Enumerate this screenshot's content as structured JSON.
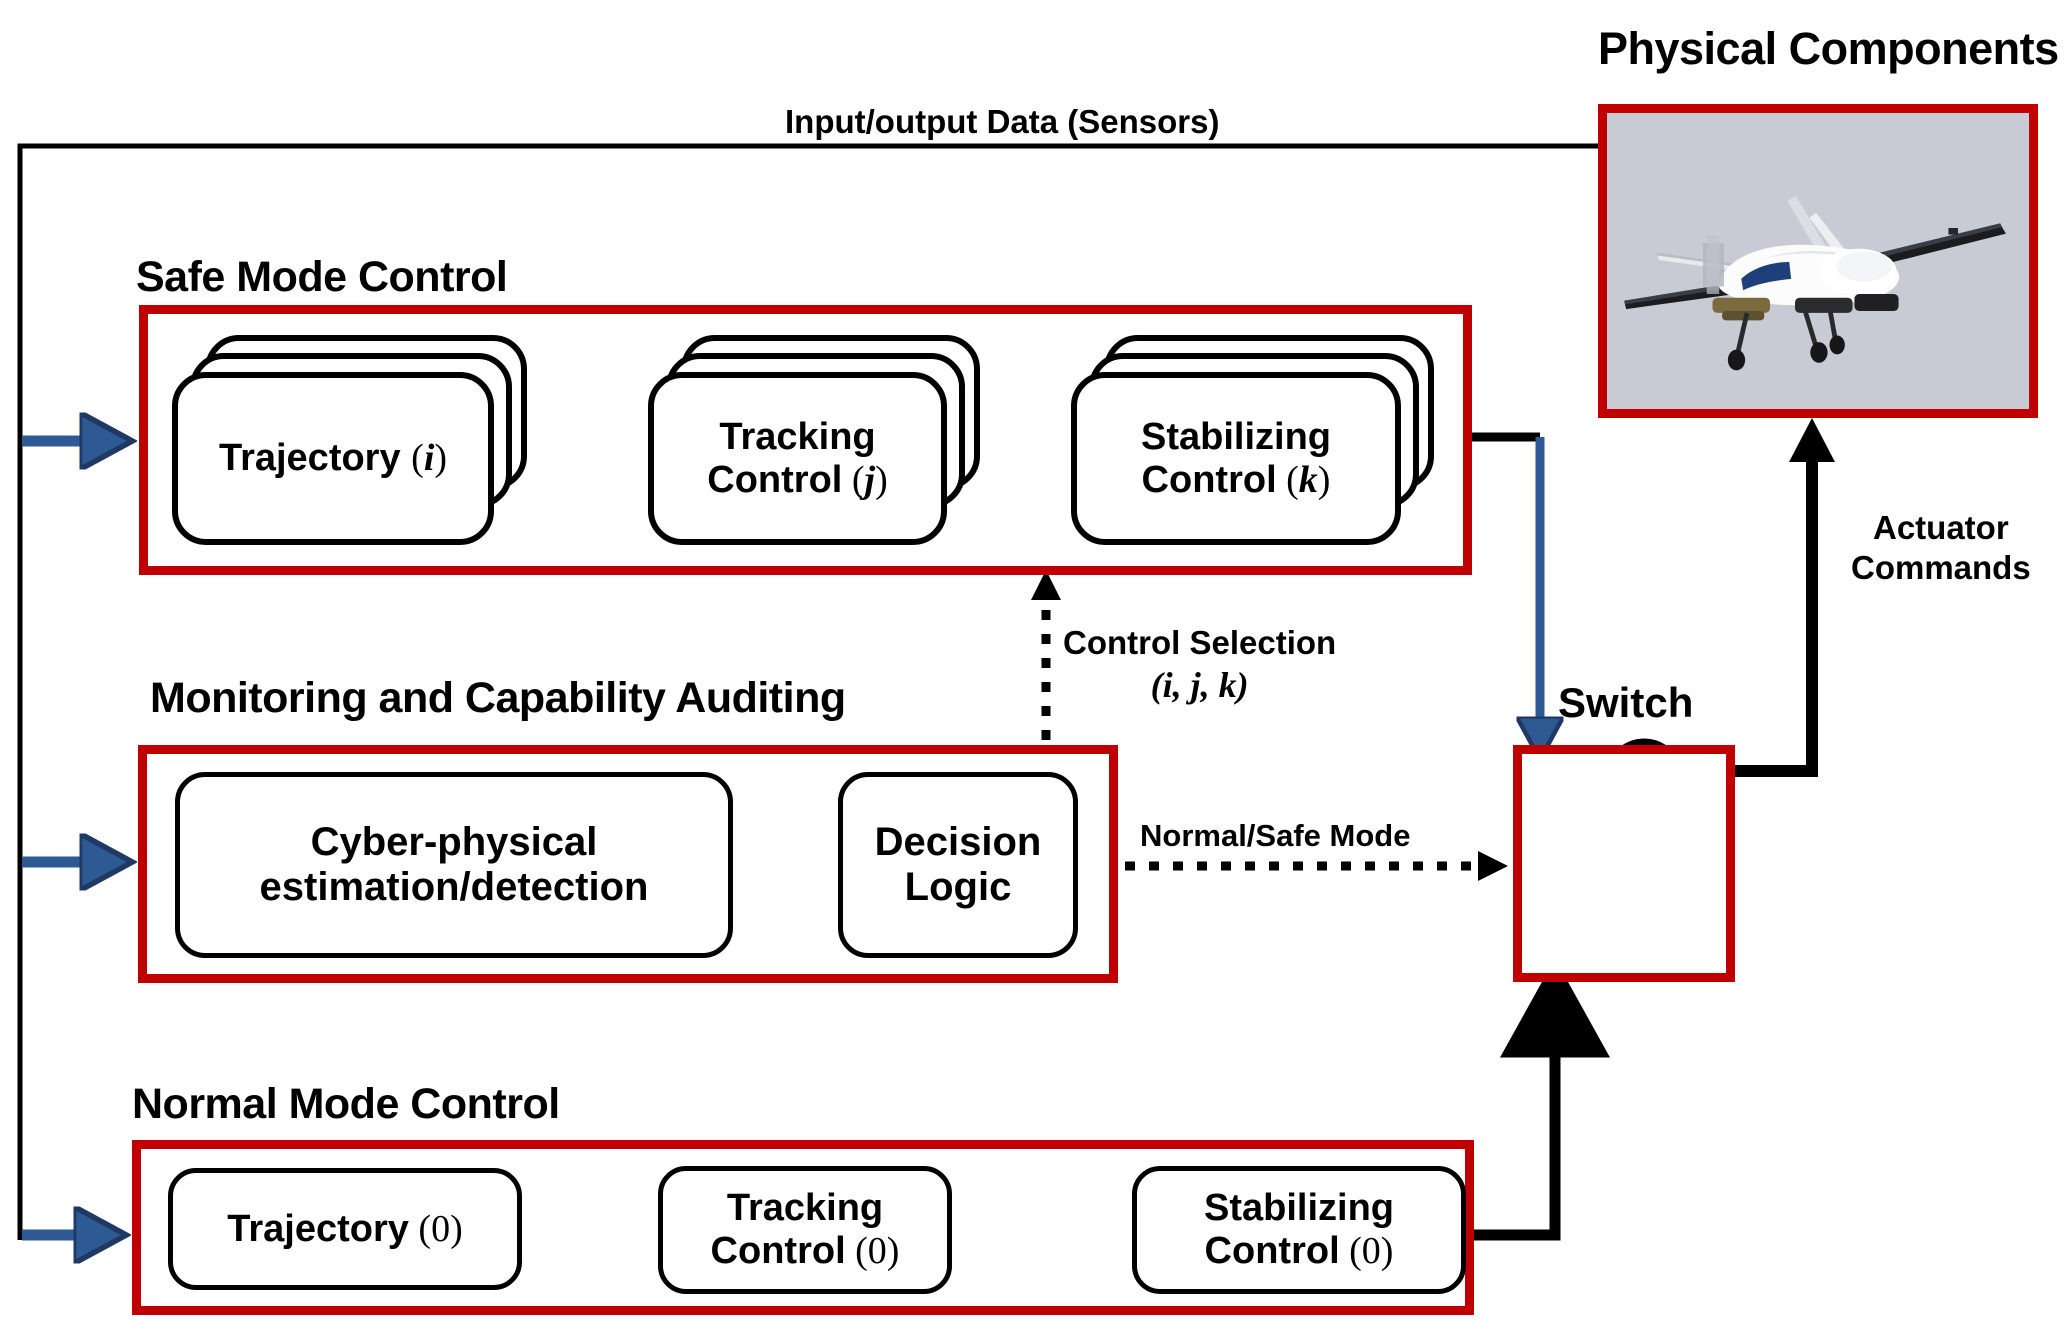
{
  "diagram": {
    "title_physical": "Physical Components",
    "sections": [
      {
        "id": "safe",
        "title": "Safe Mode Control"
      },
      {
        "id": "monitor",
        "title": "Monitoring and Capability Auditing"
      },
      {
        "id": "normal",
        "title": "Normal Mode Control"
      }
    ],
    "safe_mode": {
      "title": "Safe Mode Control",
      "stacked": true,
      "stack_depth": 3,
      "boxes": [
        {
          "name": "trajectory",
          "line1": "Trajectory",
          "line2": "",
          "index": "i",
          "single_line": true
        },
        {
          "name": "tracking",
          "line1": "Tracking",
          "line2": "Control",
          "index": "j",
          "single_line": false
        },
        {
          "name": "stabilizing",
          "line1": "Stabilizing",
          "line2": "Control",
          "index": "k",
          "single_line": false
        }
      ]
    },
    "monitoring": {
      "title": "Monitoring and Capability Auditing",
      "boxes": [
        {
          "name": "cyber-physical-estimation",
          "line1": "Cyber-physical",
          "line2": "estimation/detection"
        },
        {
          "name": "decision-logic",
          "line1": "Decision",
          "line2": "Logic"
        }
      ]
    },
    "normal_mode": {
      "title": "Normal Mode Control",
      "boxes": [
        {
          "name": "trajectory",
          "line1": "Trajectory",
          "line2": "",
          "index": "0",
          "single_line": true
        },
        {
          "name": "tracking",
          "line1": "Tracking",
          "line2": "Control",
          "index": "0",
          "single_line": false
        },
        {
          "name": "stabilizing",
          "line1": "Stabilizing",
          "line2": "Control",
          "index": "0",
          "single_line": false
        }
      ]
    },
    "switch": {
      "label": "Switch",
      "poles": 2,
      "selected_input": "normal"
    },
    "physical": {
      "label": "Physical Components",
      "image": "uav-drone-photo"
    },
    "edges": [
      {
        "name": "sensor-feedback",
        "label": "Input/output Data (Sensors)",
        "style": "solid",
        "color": "#000000"
      },
      {
        "name": "control-selection",
        "label": "Control Selection",
        "label2": "(i, j, k)",
        "style": "dotted",
        "color": "#000000"
      },
      {
        "name": "mode-select",
        "label": "Normal/Safe Mode",
        "style": "dotted",
        "color": "#000000"
      },
      {
        "name": "actuator-commands",
        "label": "Actuator Commands",
        "label_line1": "Actuator",
        "label_line2": "Commands",
        "style": "solid",
        "color": "#000000"
      }
    ],
    "colors": {
      "panel_border": "#C00000",
      "arrow_blue": "#2E5A93",
      "arrow_black": "#000000",
      "background": "#FFFFFF",
      "sky": "#C7CAD2"
    }
  }
}
